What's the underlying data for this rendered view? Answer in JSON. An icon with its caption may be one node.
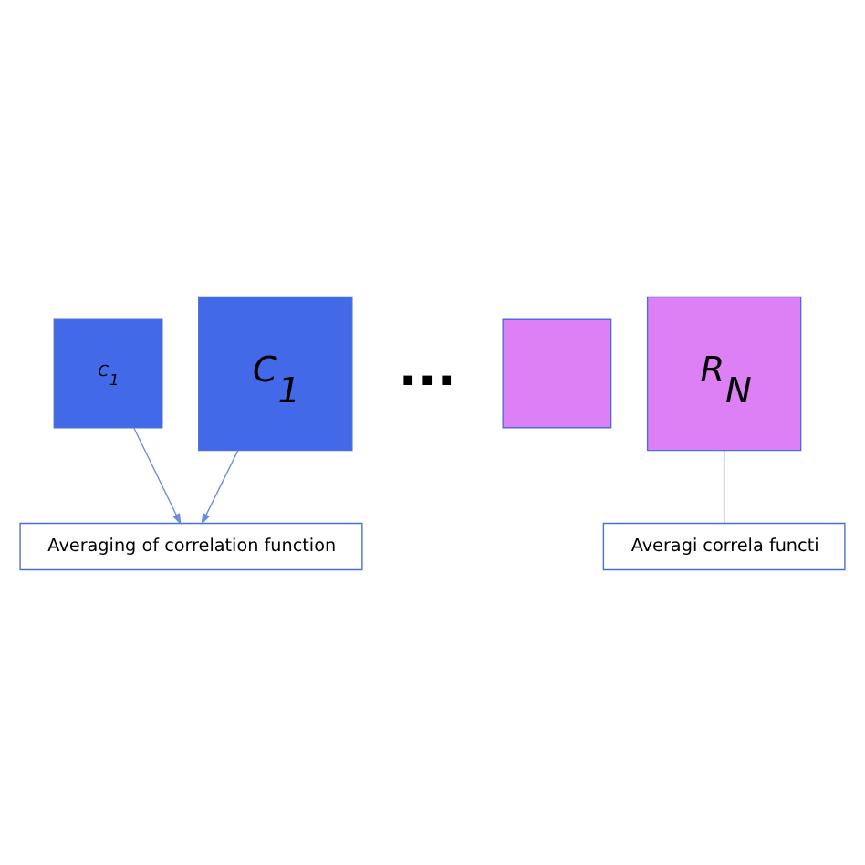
{
  "diagram": {
    "nodes": [
      {
        "text": [
          "C$_{1}$"
        ]
      },
      {
        "text": [
          "C$_{1}$"
        ]
      },
      {
        "text": [
          "Averaging of correlation function"
        ]
      },
      {
        "text": [],
        "shape": "box"
      },
      {
        "text": [
          "R$_{N}$"
        ]
      },
      {
        "text": [
          "Averagi correla functi"
        ]
      }
    ],
    "edges": [
      {
        "from": 1,
        "to": 2,
        "arrow": "to"
      },
      {
        "from": 0,
        "to": 2,
        "arrow": "to"
      },
      {
        "from": 4,
        "to": 5,
        "arrow": "none"
      }
    ],
    "labels": [
      "..."
    ]
  }
}
